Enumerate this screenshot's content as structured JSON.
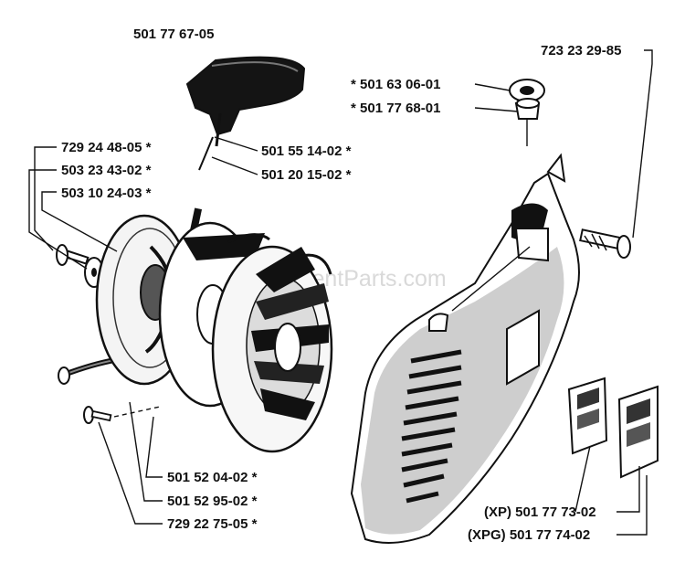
{
  "watermark": "eReplacementParts.com",
  "labels": {
    "handle_assembly": "501 77 67-05",
    "handle": "501 55 14-02 *",
    "cord": "501 20 15-02 *",
    "screw_top": "729 24 48-05 *",
    "washer": "503 23 43-02 *",
    "spring_cassette": "503 10 24-03 *",
    "pulley": "501 52 04-02 *",
    "bushing": "501 52 95-02 *",
    "screw_bottom": "729 22 75-05 *",
    "housing_screw": "723 23 29-85",
    "grommet": "* 501 63 06-01",
    "cord_guide": "* 501 77 68-01",
    "decal_xp": "(XP) 501 77 73-02",
    "decal_xpg": "(XPG) 501 77 74-02"
  }
}
